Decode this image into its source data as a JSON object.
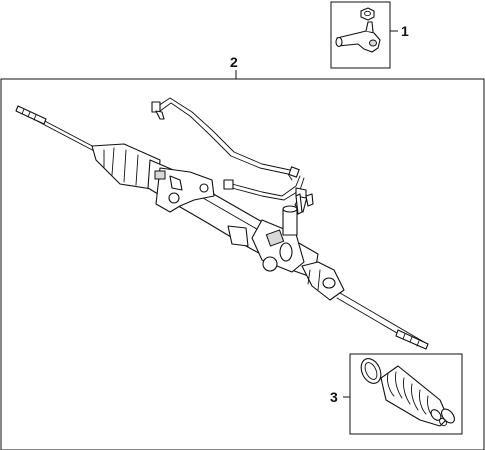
{
  "callouts": [
    {
      "number": "1",
      "part": "tie-rod-end"
    },
    {
      "number": "2",
      "part": "steering-gear-assembly"
    },
    {
      "number": "3",
      "part": "boot-kit"
    }
  ],
  "colors": {
    "line": "#111111",
    "background": "#ffffff",
    "shade": "#d9d9d9"
  }
}
